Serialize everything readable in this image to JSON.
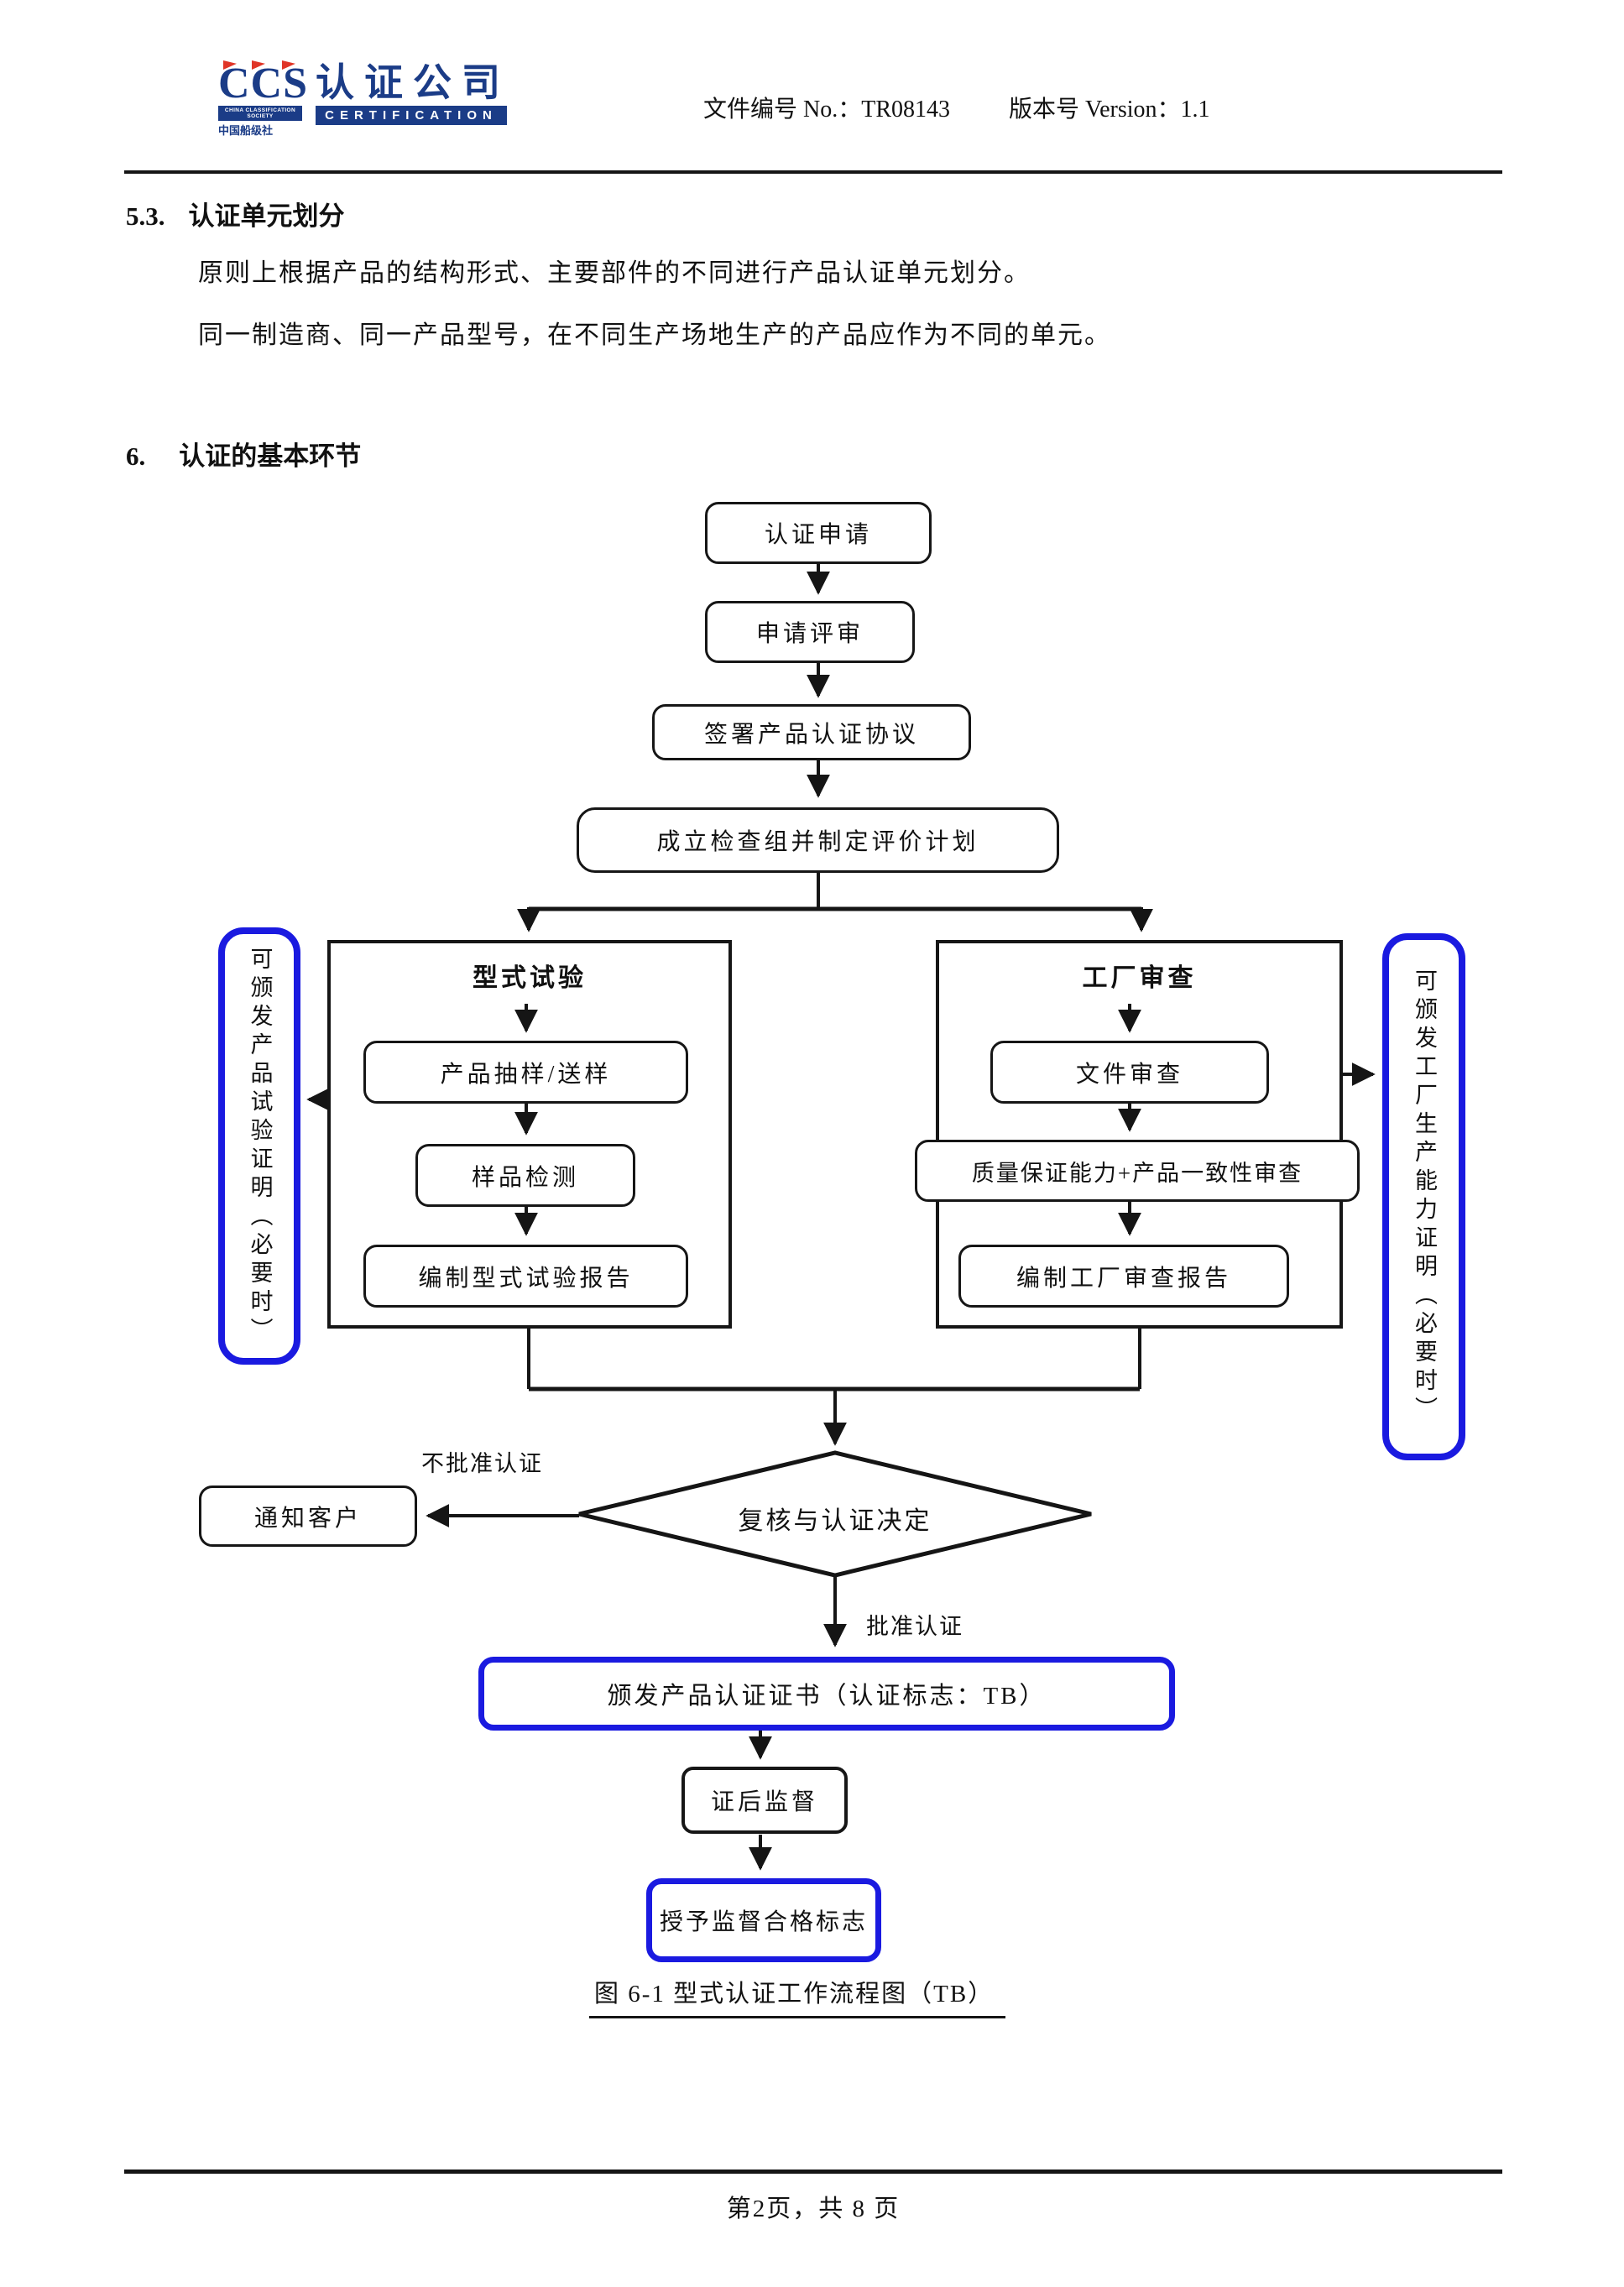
{
  "header": {
    "logo": {
      "ccs": "CCS",
      "company_cn": "认证公司",
      "society_en": "CHINA CLASSIFICATION SOCIETY",
      "society_cn": "中国船级社",
      "certification_en": "CERTIFICATION"
    },
    "doc_no": "文件编号 No.：TR08143",
    "version": "版本号 Version：1.1"
  },
  "body": {
    "s53_num": "5.3.",
    "s53_title": "认证单元划分",
    "s53_p1": "原则上根据产品的结构形式、主要部件的不同进行产品认证单元划分。",
    "s53_p2": "同一制造商、同一产品型号，在不同生产场地生产的产品应作为不同的单元。",
    "s6_num": "6.",
    "s6_title": "认证的基本环节"
  },
  "flowchart": {
    "nodes": {
      "apply": "认证申请",
      "review": "申请评审",
      "sign": "签署产品认证协议",
      "team": "成立检查组并制定评价计划",
      "type_test_title": "型式试验",
      "sampling": "产品抽样/送样",
      "sample_test": "样品检测",
      "type_report": "编制型式试验报告",
      "factory_title": "工厂审查",
      "doc_review": "文件审查",
      "qa_review": "质量保证能力+产品一致性审查",
      "factory_report": "编制工厂审查报告",
      "left_note": "可颁发产品试验证明（必要时）",
      "right_note": "可颁发工厂生产能力证明（必要时）",
      "decision": "复核与认证决定",
      "notify": "通知客户",
      "certificate": "颁发产品认证证书（认证标志：TB）",
      "supervision": "证后监督",
      "mark": "授予监督合格标志"
    },
    "edge_labels": {
      "reject": "不批准认证",
      "approve": "批准认证"
    },
    "caption": "图 6-1 型式认证工作流程图（TB）"
  },
  "footer": {
    "page_info": "第2页，共 8 页"
  },
  "colors": {
    "accent_blue": "#1a1ae0",
    "navy": "#1b3c87",
    "red": "#e03527"
  }
}
